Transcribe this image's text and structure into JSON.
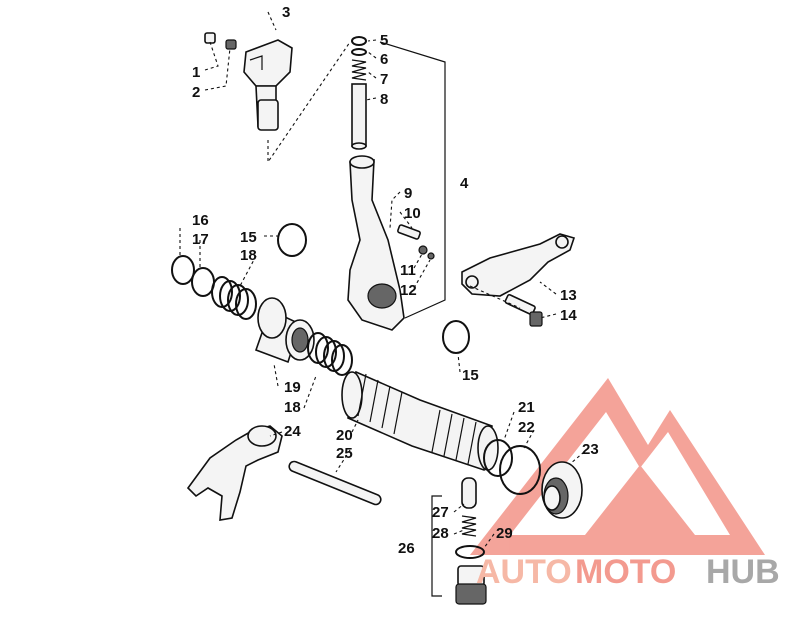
{
  "callouts": {
    "c1": "1",
    "c2": "2",
    "c3": "3",
    "c4": "4",
    "c5": "5",
    "c6": "6",
    "c7": "7",
    "c8": "8",
    "c9": "9",
    "c10": "10",
    "c11": "11",
    "c12": "12",
    "c13": "13",
    "c14": "14",
    "c15a": "15",
    "c15b": "15",
    "c16": "16",
    "c17": "17",
    "c18a": "18",
    "c18b": "18",
    "c19": "19",
    "c20": "20",
    "c21": "21",
    "c22": "22",
    "c23": "23",
    "c24": "24",
    "c25": "25",
    "c26": "26",
    "c27": "27",
    "c28": "28",
    "c29": "29"
  },
  "watermark": {
    "part1": "AUTO",
    "part2": "MOTO",
    "part3": "HUB",
    "color_light": "#f6b8a6",
    "color_dark": "#aaaaaa",
    "logo_color": "#f08a80"
  }
}
